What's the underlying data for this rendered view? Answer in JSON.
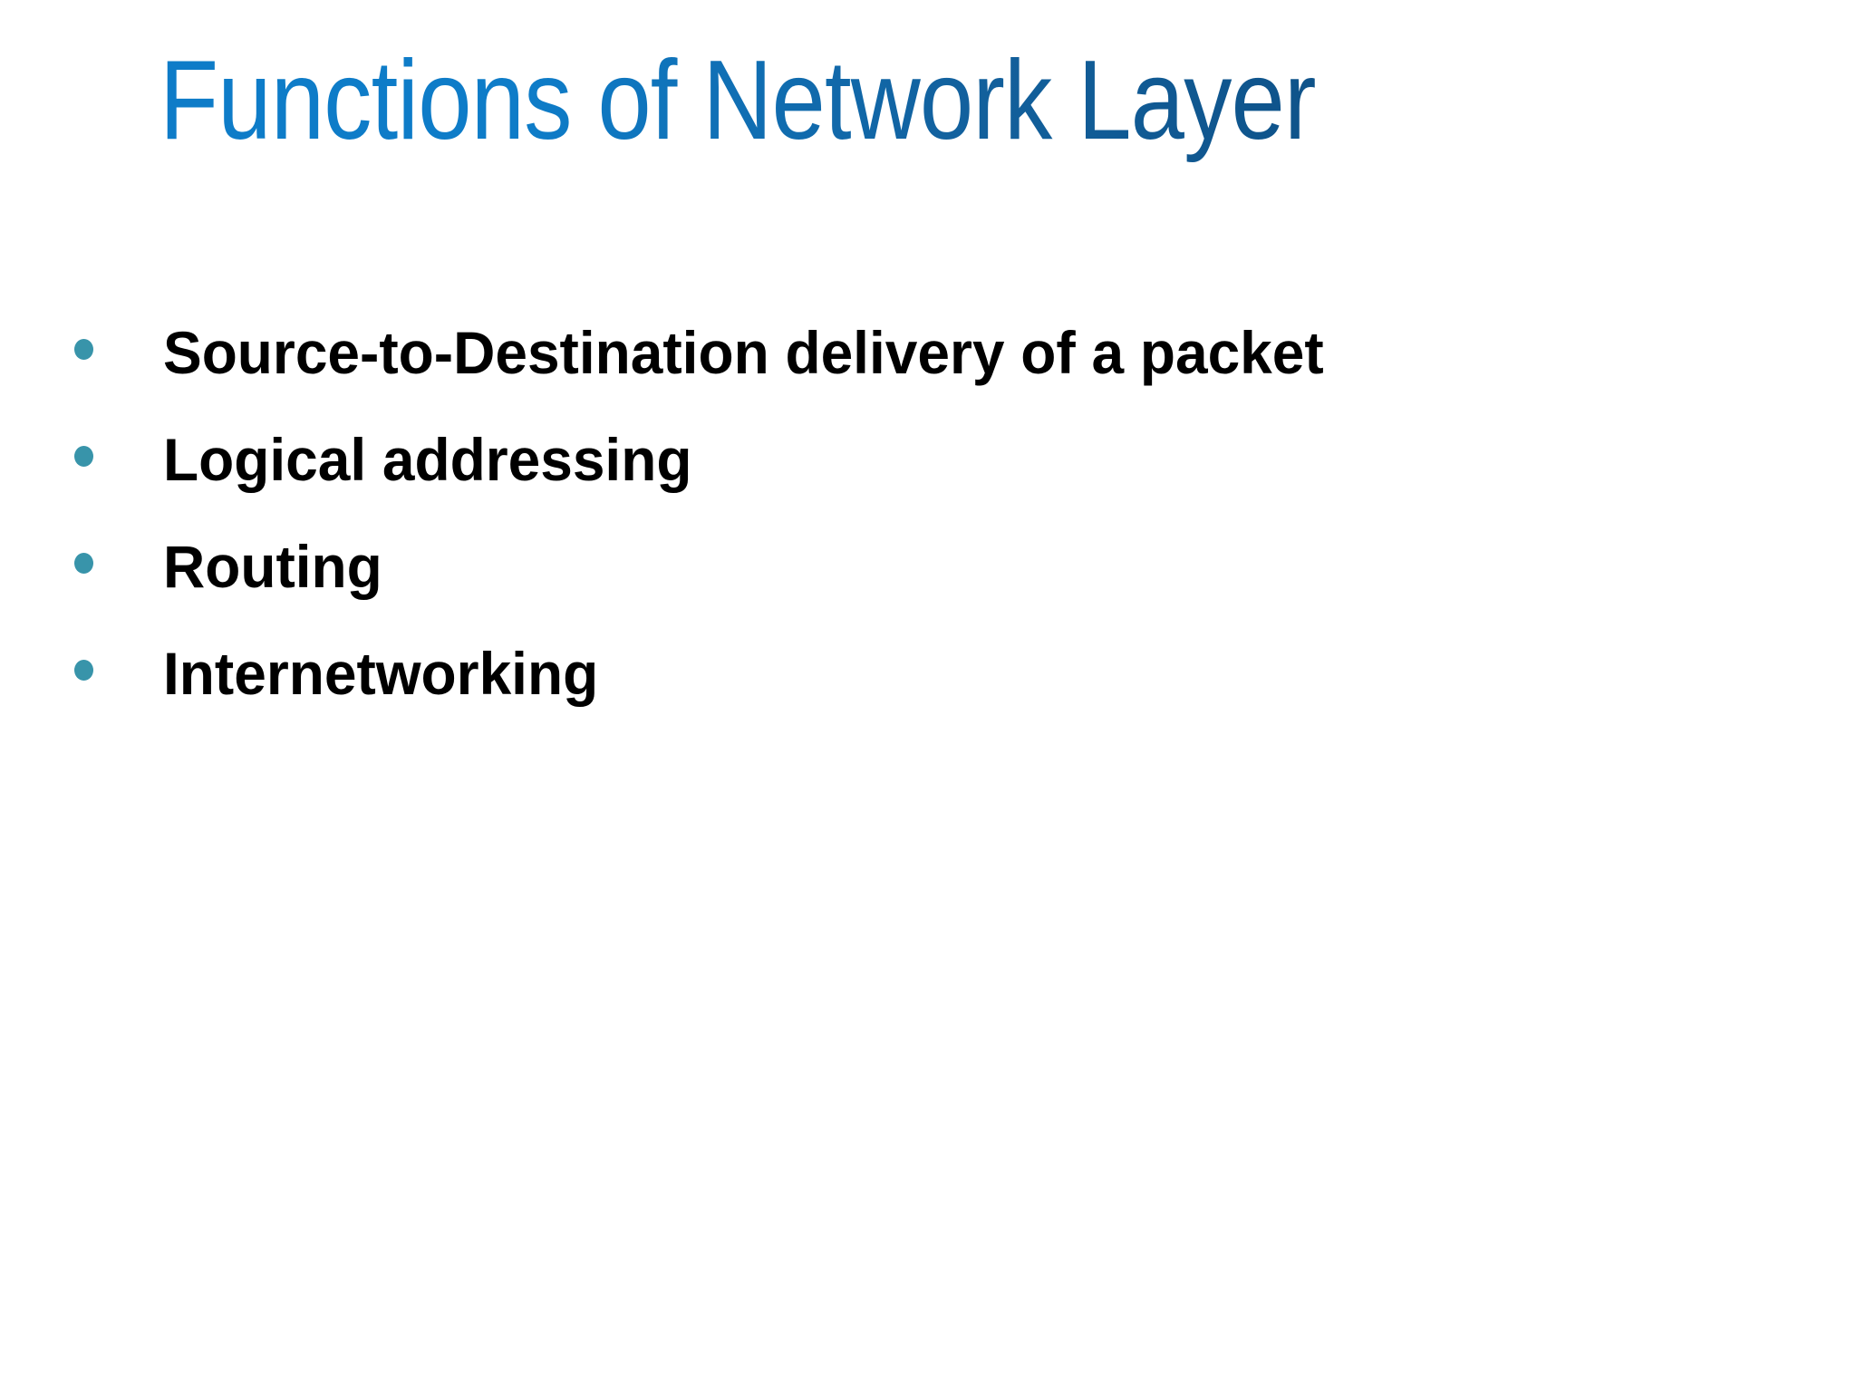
{
  "slide": {
    "title": "Functions of Network Layer",
    "background_color": "#ffffff",
    "title_color_start": "#0E7CC8",
    "title_color_end": "#0D4C80",
    "bullet_marker_color": "#3894AA",
    "body_text_color": "#000000"
  },
  "bullets": [
    {
      "text": "Source-to-Destination delivery of a packet",
      "marker": "round-dot"
    },
    {
      "text": "Logical addressing",
      "marker": "round-dot"
    },
    {
      "text": "Routing",
      "marker": "round-dot"
    },
    {
      "text": "Internetworking",
      "marker": "round-dot"
    }
  ]
}
